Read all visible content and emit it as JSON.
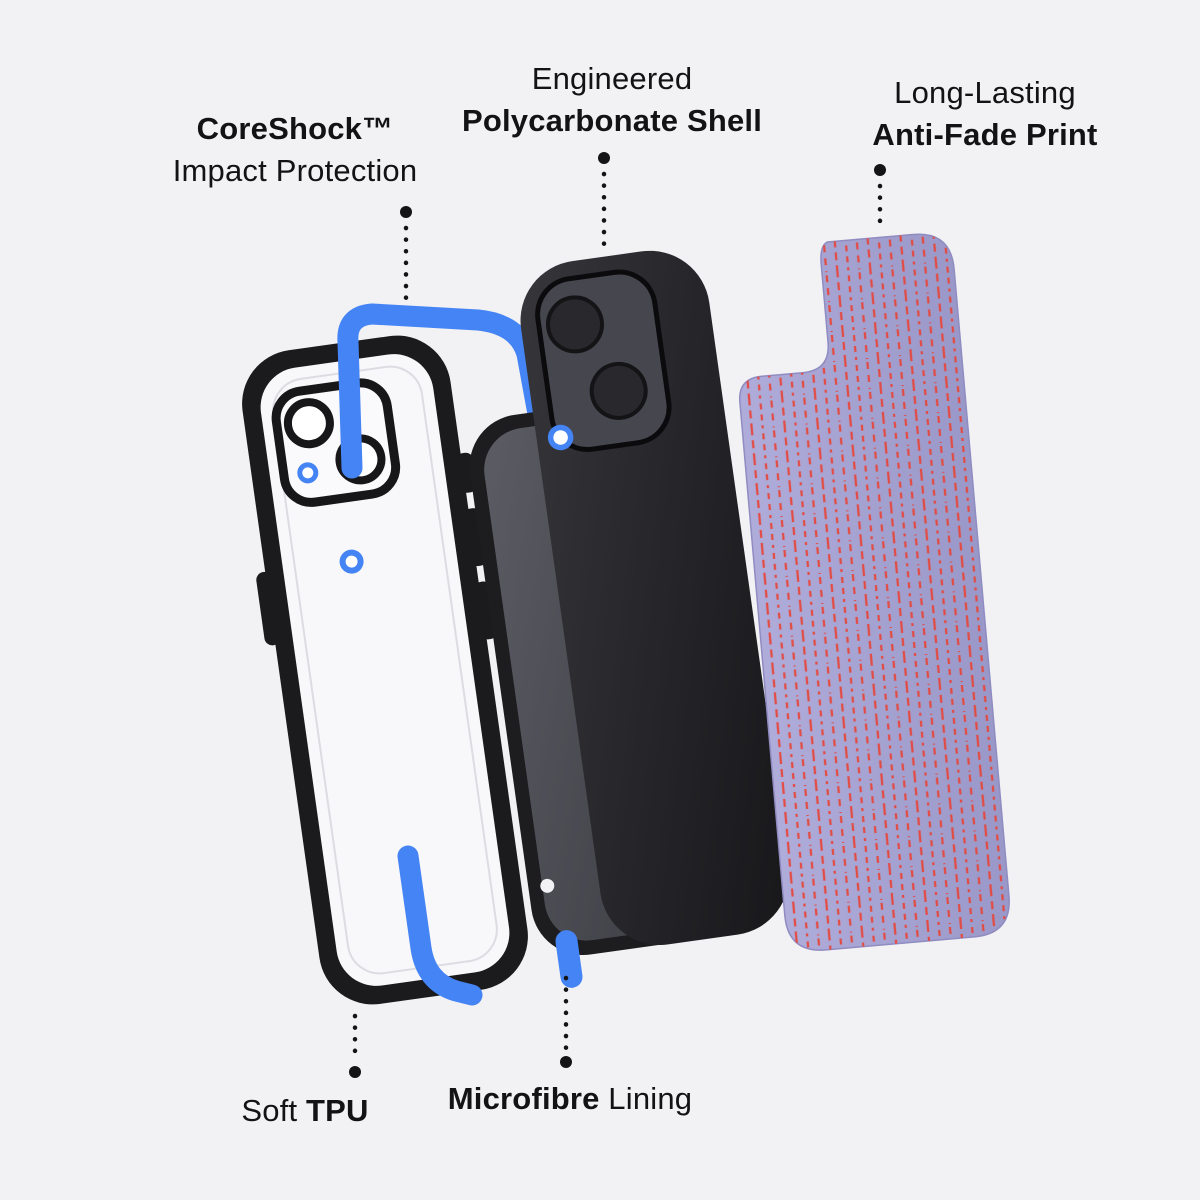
{
  "canvas": {
    "background": "#f2f2f4"
  },
  "callouts": {
    "coreshock": {
      "line1": "CoreShock™",
      "line2": "Impact Protection"
    },
    "shell": {
      "line1": "Engineered",
      "line2": "Polycarbonate Shell"
    },
    "print": {
      "line1": "Long-Lasting",
      "line2": "Anti-Fade Print"
    },
    "tpu": {
      "prefix": "Soft",
      "emphasis": "TPU"
    },
    "lining": {
      "emphasis": "Microfibre",
      "suffix": "Lining"
    }
  },
  "colors": {
    "label_text": "#131315",
    "leader_dot": "#141416",
    "case_black": "#1b1b1e",
    "accent_blue": "#4584f4",
    "lining_gray": "#4a4a52",
    "plate_lavender": "#a5a2d3",
    "stripe_red": "#e6463a",
    "clear_back": "#f8f8fa"
  }
}
